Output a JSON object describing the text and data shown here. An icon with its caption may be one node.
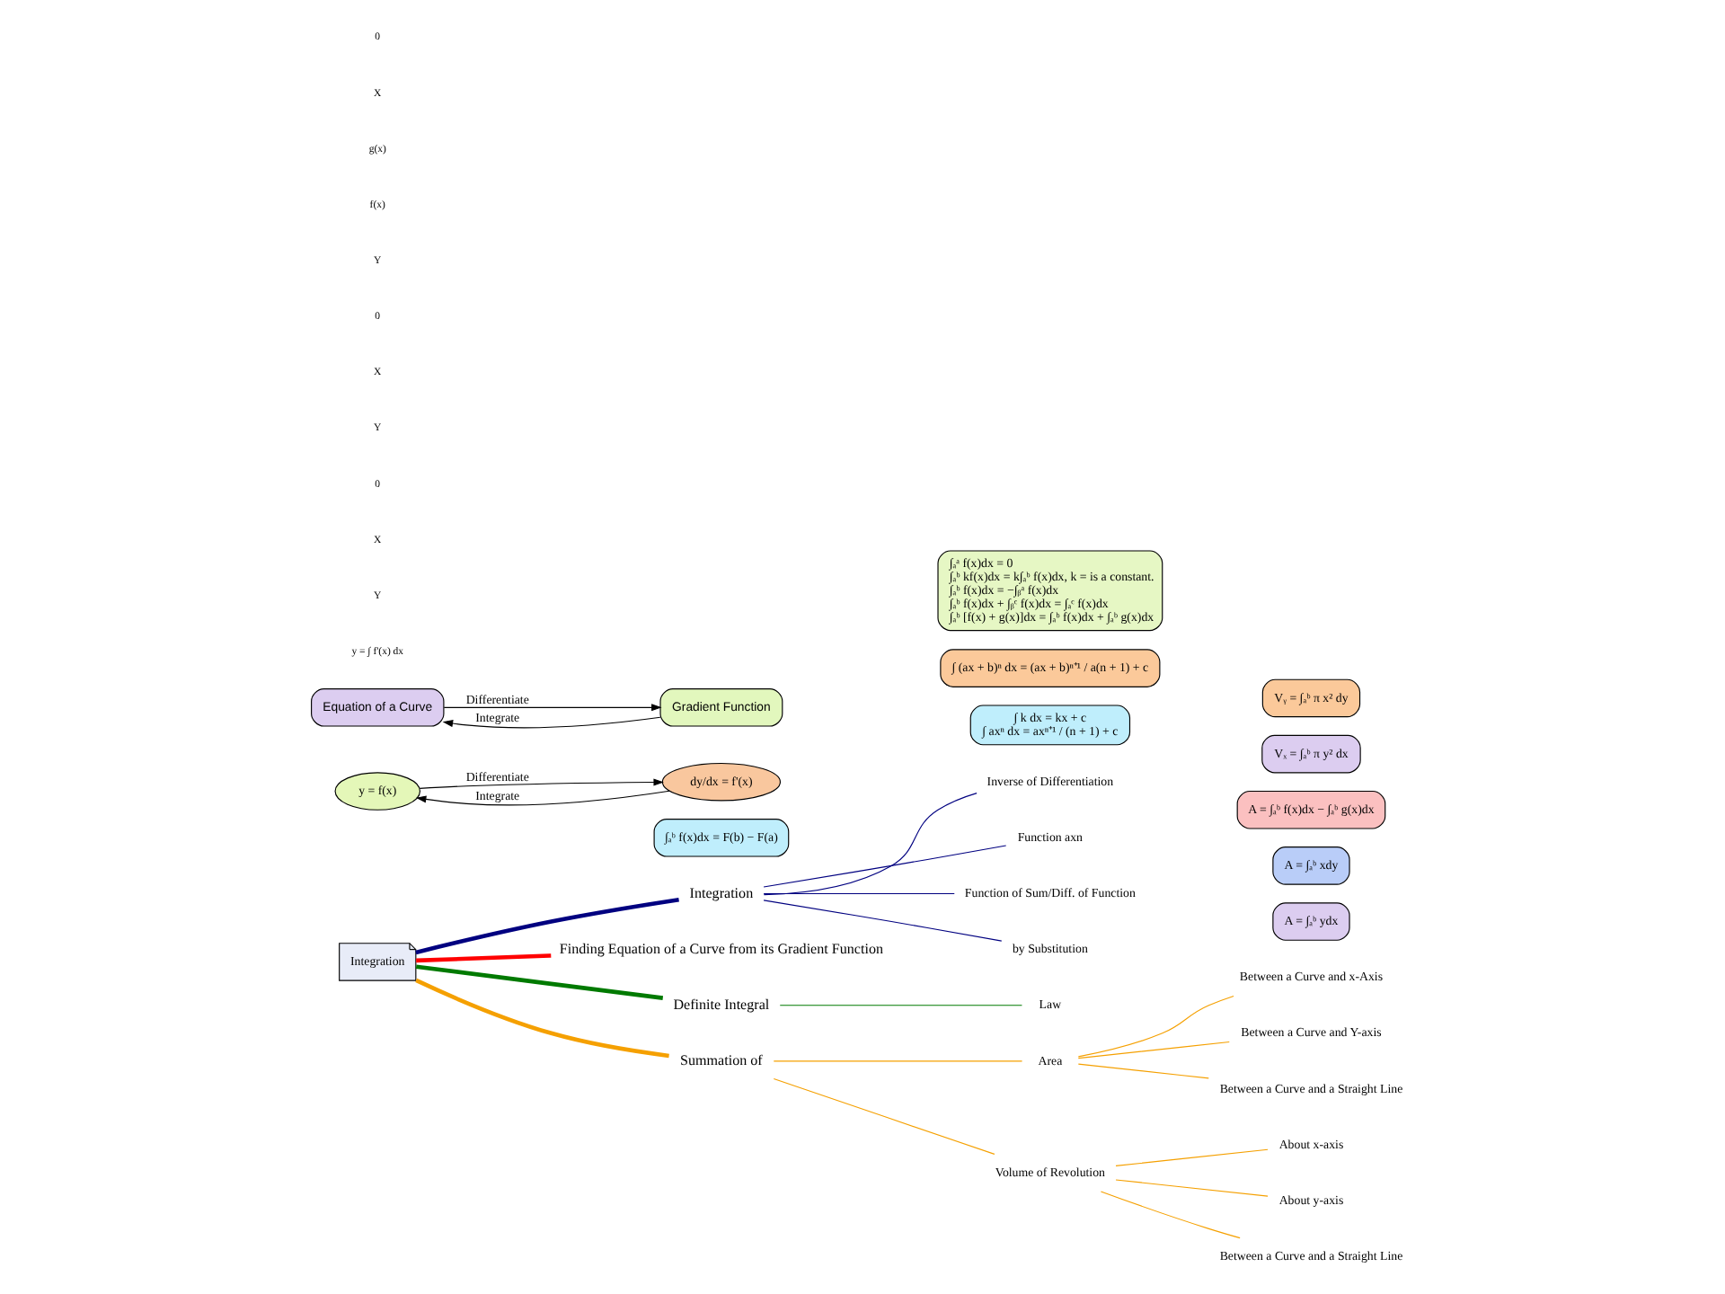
{
  "diagram": {
    "nodes": [
      {
        "text": [
          "Integration"
        ]
      },
      {
        "text": [
          "Integration"
        ]
      },
      {
        "text": [
          "Inverse of Differentiation"
        ]
      },
      {
        "text": [
          "Function axn"
        ]
      },
      {
        "text": [
          "Function of Sum/Diff. of Function"
        ]
      },
      {
        "text": [
          "by Substitution"
        ]
      },
      {
        "text": [
          "∫ k dx = kx + c",
          "∫ axⁿ dx = axⁿ⁺¹ / (n + 1) + c"
        ]
      },
      {
        "text": [
          "∫ (ax + b)ⁿ dx = (ax + b)ⁿ⁺¹ / a(n + 1) + c"
        ]
      },
      {
        "text": [
          "Finding Equation of a Curve from its Gradient Function"
        ]
      },
      {
        "text": [
          "Definite Integral"
        ]
      },
      {
        "text": [
          "Law"
        ]
      },
      {
        "text": [
          "∫ₐᵇ f(x)dx = F(b) − F(a)"
        ]
      },
      {
        "text": [
          "∫ₐᵃ f(x)dx = 0",
          "∫ₐᵇ kf(x)dx = k∫ₐᵇ f(x)dx, k = is a constant.",
          "∫ₐᵇ f(x)dx = −∫ᵦᵃ f(x)dx",
          "∫ₐᵇ f(x)dx + ∫ᵦᶜ f(x)dx = ∫ₐᶜ f(x)dx",
          "∫ₐᵇ [f(x) + g(x)]dx = ∫ₐᵇ f(x)dx + ∫ₐᵇ g(x)dx"
        ]
      },
      {
        "text": [
          "Summation of"
        ]
      },
      {
        "text": [
          "Area"
        ]
      },
      {
        "text": [
          "Between a Curve and x-Axis"
        ]
      },
      {
        "text": [
          "Between a Curve and Y-axis"
        ]
      },
      {
        "text": [
          "Between a Curve and a Straight Line"
        ]
      },
      {
        "text": [
          "A = ∫ₐᵇ ydx"
        ]
      },
      {
        "text": [
          "A = ∫ₐᵇ xdy"
        ]
      },
      {
        "text": [
          "A = ∫ₐᵇ f(x)dx − ∫ₐᵇ g(x)dx"
        ]
      },
      {
        "text": [
          "Volume of Revolution"
        ]
      },
      {
        "text": [
          "About x-axis"
        ]
      },
      {
        "text": [
          "About y-axis"
        ]
      },
      {
        "text": [
          "Between a Curve and a Straight Line"
        ]
      },
      {
        "text": [
          "Vₓ = ∫ₐᵇ π y² dx"
        ]
      },
      {
        "text": [
          "Vᵧ = ∫ₐᵇ π x² dy"
        ]
      },
      {
        "text": [
          "y = f(x)"
        ]
      },
      {
        "text": [
          "dy/dx = f'(x)"
        ]
      },
      {
        "text": [
          "Equation of a Curve"
        ]
      },
      {
        "text": [
          "Gradient Function"
        ]
      }
    ],
    "edges": [
      {
        "from": 0,
        "to": 1,
        "arrow": "none",
        "style": "thick",
        "color": "#000080"
      },
      {
        "from": 1,
        "to": 2,
        "arrow": "none",
        "color": "#000080"
      },
      {
        "from": 1,
        "to": 3,
        "arrow": "none",
        "color": "#000080"
      },
      {
        "from": 1,
        "to": 4,
        "arrow": "none",
        "color": "#000080"
      },
      {
        "from": 1,
        "to": 5,
        "arrow": "none",
        "color": "#000080"
      },
      {
        "from": 0,
        "to": 8,
        "arrow": "none",
        "style": "thick",
        "color": "#ff0000"
      },
      {
        "from": 0,
        "to": 9,
        "arrow": "none",
        "style": "thick",
        "color": "#007a00"
      },
      {
        "from": 9,
        "to": 10,
        "arrow": "none",
        "color": "#007a00"
      },
      {
        "from": 0,
        "to": 13,
        "arrow": "none",
        "style": "thick"
      },
      {
        "from": 13,
        "to": 14,
        "arrow": "none"
      },
      {
        "from": 14,
        "to": 15,
        "arrow": "none"
      },
      {
        "from": 14,
        "to": 16,
        "arrow": "none"
      },
      {
        "from": 14,
        "to": 17,
        "arrow": "none"
      },
      {
        "from": 13,
        "to": 21,
        "arrow": "none"
      },
      {
        "from": 21,
        "to": 22,
        "arrow": "none"
      },
      {
        "from": 21,
        "to": 23,
        "arrow": "none"
      },
      {
        "from": 21,
        "to": 24,
        "arrow": "none"
      },
      {
        "from": 27,
        "to": 28,
        "arrow": "to",
        "label": "Differentiate",
        "color": "#000000"
      },
      {
        "from": 28,
        "to": 27,
        "arrow": "to",
        "label": "Integrate",
        "color": "#000000"
      },
      {
        "from": 29,
        "to": 30,
        "arrow": "to",
        "label": "Differentiate",
        "color": "#000000"
      },
      {
        "from": 30,
        "to": 29,
        "arrow": "to",
        "label": "Integrate",
        "color": "#000000"
      }
    ],
    "labels": [
      "y = ∫ f'(x) dx",
      "Y",
      "X",
      "0",
      "Y",
      "X",
      "0",
      "Y",
      "f(x)",
      "g(x)",
      "X",
      "0"
    ]
  }
}
